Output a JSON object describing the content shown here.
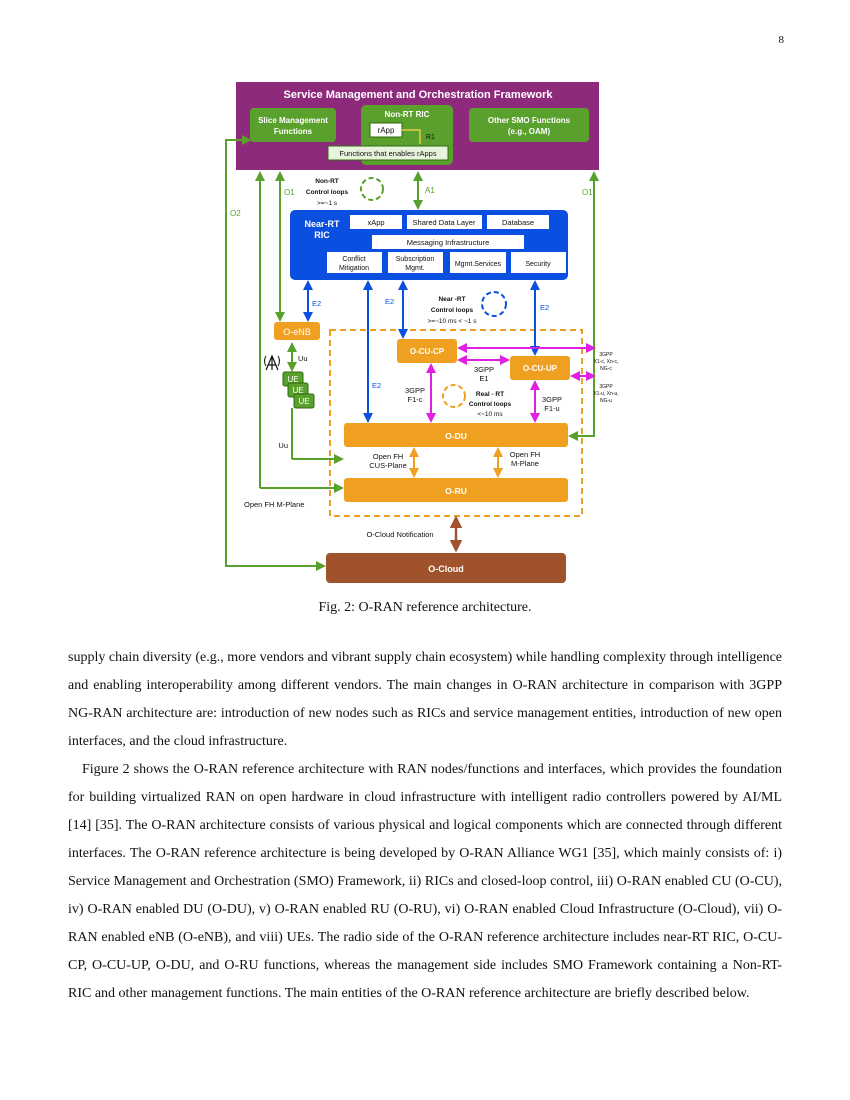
{
  "page_number": "8",
  "figure": {
    "smo": {
      "title": "Service Management and Orchestration Framework",
      "slice_mgmt": [
        "Slice Management",
        "Functions"
      ],
      "non_rt_ric": "Non-RT RIC",
      "rapp": "rApp",
      "r1": "R1",
      "enables_rapps": "Functions that enables rApps",
      "other_smo": [
        "Other SMO Functions",
        "(e.g., OAM)"
      ]
    },
    "near_rt_ric": {
      "title": [
        "Near-RT",
        "RIC"
      ],
      "xapp": "xApp",
      "shared_data_layer": "Shared Data Layer",
      "database": "Database",
      "messaging": "Messaging Infrastructure",
      "conflict": [
        "Conflict",
        "Mitigation"
      ],
      "subscription": [
        "Subscription",
        "Mgmt."
      ],
      "mgmt_services": "Mgmt.Services",
      "security": "Security"
    },
    "non_rt_loops": [
      "Non-RT",
      "Control loops",
      ">=~1 s"
    ],
    "near_rt_loops": [
      "Near -RT",
      "Control loops",
      ">=~10 ms < ~1 s"
    ],
    "real_rt_loops": [
      "Real - RT",
      "Control loops",
      "<~10 ms"
    ],
    "nodes": {
      "oenb": "O-eNB",
      "ocucp": "O-CU-CP",
      "ocuup": "O-CU-UP",
      "odu": "O-DU",
      "oru": "O-RU",
      "ocloud": "O-Cloud",
      "ue": "UE"
    },
    "interfaces": {
      "o1": "O1",
      "o2": "O2",
      "a1": "A1",
      "e2": "E2",
      "uu": "Uu",
      "e1": [
        "3GPP",
        "E1"
      ],
      "f1c": [
        "3GPP",
        "F1-c"
      ],
      "f1u": [
        "3GPP",
        "F1-u"
      ],
      "x1_cp": [
        "3GPP",
        "X1-c, Xn-c,",
        "NG-c"
      ],
      "x1_up": [
        "3GPP",
        "X1-u, Xn-u,",
        "NG-u"
      ],
      "open_fh_cus": [
        "Open FH",
        "CUS-Plane"
      ],
      "open_fh_m": [
        "Open FH",
        "M-Plane"
      ],
      "open_fh_m_left": "Open FH M-Plane",
      "ocloud_notification": "O-Cloud Notification"
    },
    "colors": {
      "smo": "#8e2a7c",
      "green": "#5aa02c",
      "blue": "#0a4fe0",
      "orange": "#f0a020",
      "magenta": "#e020e0",
      "brown": "#a0522d"
    }
  },
  "caption": "Fig. 2: O-RAN reference architecture.",
  "paragraphs": [
    "supply chain diversity (e.g., more vendors and vibrant supply chain ecosystem) while handling complexity through intelligence and enabling interoperability among different vendors. The main changes in O-RAN architecture in comparison with 3GPP NG-RAN architecture are: introduction of new nodes such as RICs and service management entities, introduction of new open interfaces, and the cloud infrastructure.",
    "Figure 2 shows the O-RAN reference architecture with RAN nodes/functions and interfaces, which provides the foundation for building virtualized RAN on open hardware in cloud infrastructure with intelligent radio controllers powered by AI/ML [14] [35]. The O-RAN architecture consists of various physical and logical components which are connected through different interfaces. The O-RAN reference architecture is being developed by O-RAN Alliance WG1 [35], which mainly consists of: i) Service Management and Orchestration (SMO) Framework, ii) RICs and closed-loop control, iii) O-RAN enabled CU (O-CU), iv) O-RAN enabled DU (O-DU), v) O-RAN enabled RU (O-RU), vi) O-RAN enabled Cloud Infrastructure (O-Cloud), vii) O-RAN enabled eNB (O-eNB), and viii) UEs. The radio side of the O-RAN reference architecture includes near-RT RIC, O-CU-CP, O-CU-UP, O-DU, and O-RU functions, whereas the management side includes SMO Framework containing a Non-RT-RIC and other management functions. The main entities of the O-RAN reference architecture are briefly described below."
  ]
}
